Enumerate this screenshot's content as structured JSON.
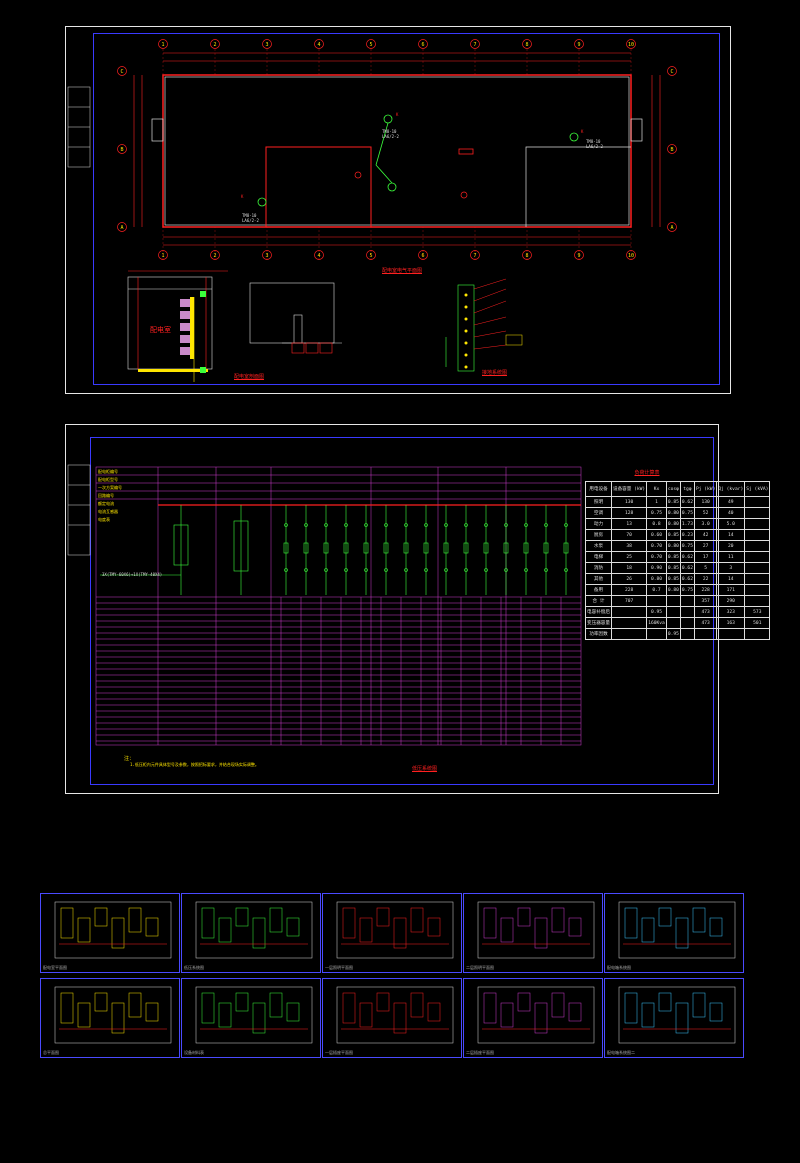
{
  "sheet1": {
    "axis_numbers": [
      "1",
      "2",
      "3",
      "4",
      "5",
      "6",
      "7",
      "8",
      "9",
      "10"
    ],
    "axis_letters": [
      "C",
      "B",
      "A"
    ],
    "equipment_labels": [
      "TM8-10",
      "LA6/2-2"
    ],
    "plan_title": "配电室电气平面图",
    "section_title": "配电室剖面图",
    "grounding_title": "接地系统图",
    "room_label": "配电室"
  },
  "sheet2": {
    "row_labels": [
      "配电柜编号",
      "配电柜型号",
      "一次方案编号",
      "回路编号",
      "额定电流",
      "电流互感器",
      "电度表"
    ],
    "bus_label": "3X(TMY-60X6)+1X(TMY-40X4)",
    "note_title": "注：",
    "note_text": "1.低压柜内元件具体型号及参数，按照招标要求，并结合现场实际调整。",
    "title": "低压系统图",
    "load_table": {
      "title": "负荷计算表",
      "headers": [
        "用电设备",
        "设备容量 (kW)",
        "Kx",
        "cosφ",
        "tgφ",
        "Pj (kW)",
        "Qj (kvar)",
        "Sj (kVA)"
      ],
      "rows": [
        [
          "照明",
          "130",
          "1",
          "0.85",
          "0.62",
          "130",
          "49",
          ""
        ],
        [
          "空调",
          "128",
          "0.75",
          "0.80",
          "0.75",
          "52",
          "40",
          ""
        ],
        [
          "动力",
          "13",
          "0.8",
          "0.80",
          "1.73",
          "3.0",
          "5.0",
          ""
        ],
        [
          "厨房",
          "70",
          "0.60",
          "0.85",
          "0.23",
          "42",
          "14",
          ""
        ],
        [
          "水泵",
          "38",
          "0.70",
          "0.80",
          "0.75",
          "27",
          "20",
          ""
        ],
        [
          "电梯",
          "25",
          "0.70",
          "0.85",
          "0.62",
          "17",
          "11",
          ""
        ],
        [
          "消防",
          "18",
          "0.90",
          "0.85",
          "0.62",
          "5",
          "3",
          ""
        ],
        [
          "其他",
          "26",
          "0.80",
          "0.85",
          "0.62",
          "22",
          "14",
          ""
        ],
        [
          "备用",
          "228",
          "0.7",
          "0.80",
          "0.75",
          "228",
          "171",
          ""
        ]
      ],
      "summary": [
        [
          "合 计",
          "707",
          "",
          "",
          "",
          "357",
          "290",
          ""
        ],
        [
          "电容补偿后",
          "",
          "0.95",
          "",
          "",
          "473",
          "323",
          "573"
        ],
        [
          "变压器容量",
          "",
          "160Kva",
          "",
          "",
          "473",
          "163",
          "501"
        ],
        [
          "功率因数",
          "",
          "",
          "0.95",
          "",
          "",
          "",
          ""
        ]
      ]
    }
  },
  "thumbnails": [
    {
      "title": "配电室平面图"
    },
    {
      "title": "低压系统图"
    },
    {
      "title": "一层照明平面图"
    },
    {
      "title": "二层照明平面图"
    },
    {
      "title": "配电箱系统图"
    },
    {
      "title": "总平面图"
    },
    {
      "title": "设备材料表"
    },
    {
      "title": "一层插座平面图"
    },
    {
      "title": "二层插座平面图"
    },
    {
      "title": "配电箱系统图二"
    }
  ]
}
